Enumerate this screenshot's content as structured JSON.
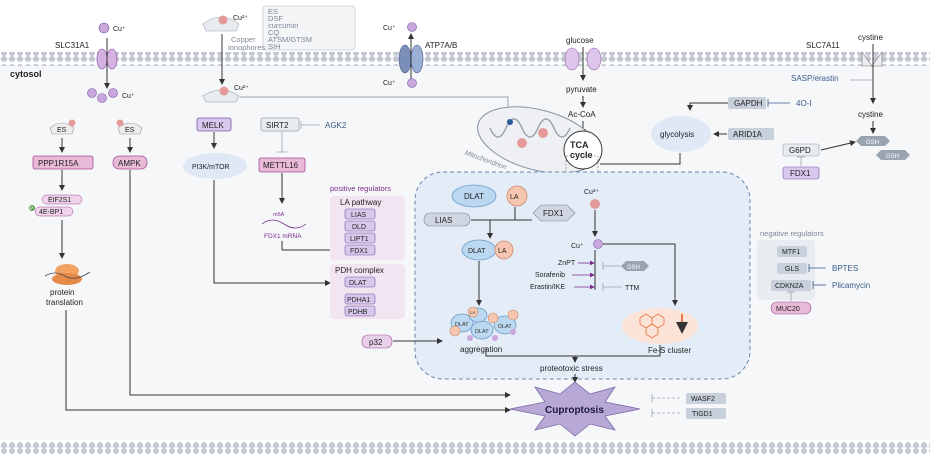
{
  "membrane": {
    "cytosol_label": "cytosol"
  },
  "transporters": {
    "slc31a1": "SLC31A1",
    "atp7ab": "ATP7A/B",
    "slc7a11": "SLC7A11",
    "glucose": "glucose",
    "cystine_top": "cystine"
  },
  "ions": {
    "cu_plus": "Cu⁺",
    "cu_2plus": "Cu²⁺"
  },
  "ionophores": {
    "label_line1": "Copper",
    "label_line2": "ionophores",
    "list": [
      "ES",
      "DSF",
      "curcumin",
      "CQ",
      "ATSM/GTSM",
      "SIH"
    ]
  },
  "left_path": {
    "es1": "ES",
    "es2": "ES",
    "ppp1r15a": "PPP1R15A",
    "ampk": "AMPK",
    "eif2s1": "EIF2S1",
    "ebp1": "4E-BP1",
    "p_label": "P",
    "protein_line1": "protein",
    "protein_line2": "translation"
  },
  "mid_path": {
    "melk": "MELK",
    "pi3k": "PI3K/mTOR",
    "sirt2": "SIRT2",
    "agk2": "AGK2",
    "mettl16": "METTL16",
    "m6a": "m6A",
    "fdx1_mrna": "FDX1 mRNA"
  },
  "positive_regulators": {
    "title": "positive regulators",
    "la_pathway": "LA pathway",
    "la_genes": [
      "LIAS",
      "DLD",
      "LIPT1",
      "FDX1"
    ],
    "pdh_complex": "PDH complex",
    "pdh_genes": [
      "DLAT",
      "PDHA1",
      "PDHB"
    ]
  },
  "metabolism": {
    "pyruvate": "pyruvate",
    "acetyl_coa": "Ac-CoA",
    "tca": "TCA",
    "cycle": "cycle",
    "mitochondrion": "Mitochondrion",
    "glycolysis": "glycolysis",
    "gapdh": "GAPDH",
    "ptgs": "4O-I",
    "arid1a": "ARID1A"
  },
  "right_path": {
    "sasp": "SASP/erastin",
    "cystine": "cystine",
    "g6pd": "G6PD",
    "fdx1": "FDX1",
    "gsh1": "GSH",
    "gsh2": "GSH"
  },
  "core": {
    "dlat": "DLAT",
    "la": "LA",
    "lias": "LIAS",
    "fdx1": "FDX1",
    "cu2": "Cu²⁺",
    "cu1": "Cu⁺",
    "dlat2": "DLAT",
    "la2": "LA",
    "znpt": "ZnPT",
    "sorafenib": "Sorafenib",
    "erastin": "Erastin/IKE",
    "gsh": "GSH",
    "ttm": "TTM",
    "aggregation": "aggregation",
    "fes": "Fe-S cluster",
    "proteotoxic": "proteotoxic stress",
    "p32": "p32",
    "dlat_small": "DLAT",
    "la_small": "LA"
  },
  "negative_regulators": {
    "title": "negative regulators",
    "mtf1": "MTF1",
    "gls": "GLS",
    "bptes": "BPTES",
    "cdkn2a": "CDKN2A",
    "plicamycin": "Plicamycin",
    "muc20": "MUC20"
  },
  "outcome": {
    "cuproptosis": "Cuproptosis",
    "wasf2": "WASF2",
    "tigd1": "TIGD1"
  },
  "colors": {
    "pink_box": "#e9b9d8",
    "pink_border": "#a0509a",
    "lilac_fill": "#d8c8ec",
    "lilac_border": "#7a5aa8",
    "blue_oval": "#c8dff4",
    "cuproptosis": "#b8a8d8",
    "membrane": "#b8c0cc"
  }
}
